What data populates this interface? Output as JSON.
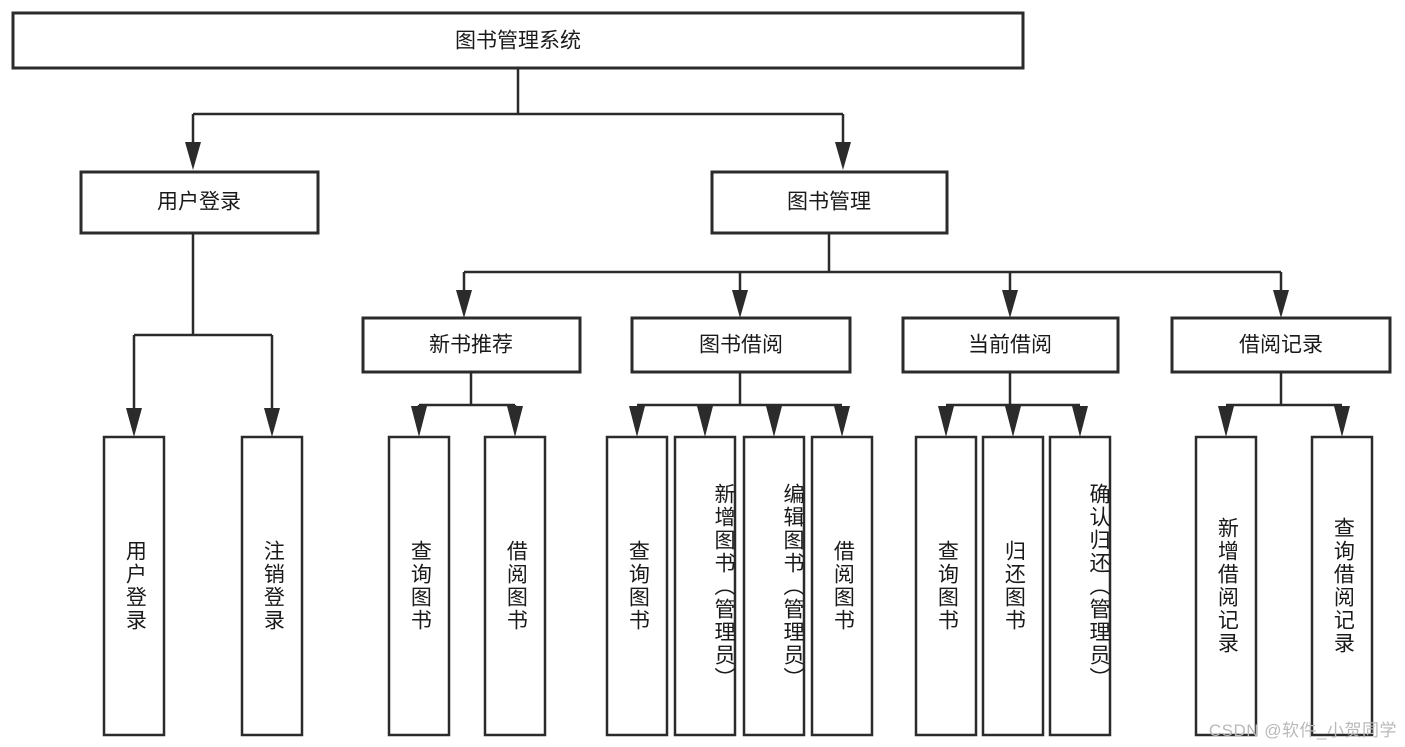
{
  "diagram": {
    "type": "tree-hierarchy",
    "title_box": {
      "label": "图书管理系统"
    },
    "level2": [
      {
        "id": "user-login",
        "label": "用户登录"
      },
      {
        "id": "book-management",
        "label": "图书管理"
      }
    ],
    "level3": [
      {
        "id": "new-book-recommend",
        "label": "新书推荐",
        "parent": "book-management"
      },
      {
        "id": "book-borrow",
        "label": "图书借阅",
        "parent": "book-management"
      },
      {
        "id": "current-borrow",
        "label": "当前借阅",
        "parent": "book-management"
      },
      {
        "id": "borrow-record",
        "label": "借阅记录",
        "parent": "book-management"
      }
    ],
    "leaves": {
      "user-login": [
        {
          "id": "leaf-user-login",
          "label": "用户登录"
        },
        {
          "id": "leaf-logout",
          "label": "注销登录"
        }
      ],
      "new-book-recommend": [
        {
          "id": "leaf-query-book-1",
          "label": "查询图书"
        },
        {
          "id": "leaf-borrow-book-1",
          "label": "借阅图书"
        }
      ],
      "book-borrow": [
        {
          "id": "leaf-query-book-2",
          "label": "查询图书"
        },
        {
          "id": "leaf-add-book",
          "label": "新增图书（管理员）"
        },
        {
          "id": "leaf-edit-book",
          "label": "编辑图书（管理员）"
        },
        {
          "id": "leaf-borrow-book-2",
          "label": "借阅图书"
        }
      ],
      "current-borrow": [
        {
          "id": "leaf-query-book-3",
          "label": "查询图书"
        },
        {
          "id": "leaf-return-book",
          "label": "归还图书"
        },
        {
          "id": "leaf-confirm-return",
          "label": "确认归还（管理员）"
        }
      ],
      "borrow-record": [
        {
          "id": "leaf-add-record",
          "label": "新增借阅记录"
        },
        {
          "id": "leaf-query-record",
          "label": "查询借阅记录"
        }
      ]
    },
    "colors": {
      "stroke": "#2b2b2b",
      "fill": "#ffffff",
      "text": "#1a1a1a",
      "watermark": "#b9b9b9"
    }
  },
  "watermark": {
    "text": "CSDN @软件_小贺同学"
  }
}
